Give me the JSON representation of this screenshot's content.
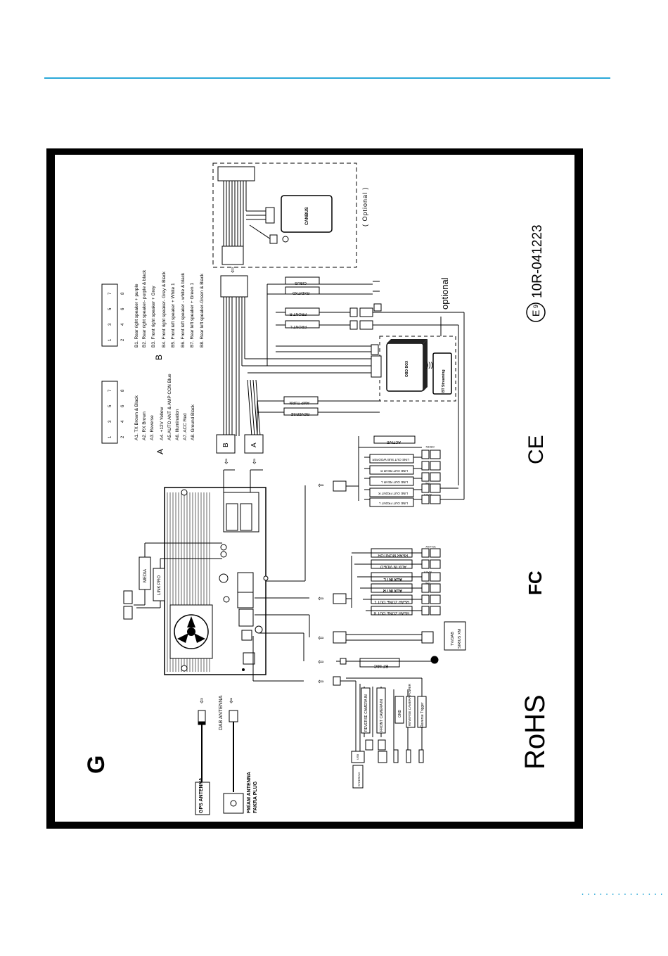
{
  "figure_letter": "G",
  "legend_A": {
    "letter": "A",
    "pins_top": [
      "1",
      "3",
      "5",
      "7"
    ],
    "pins_bottom": [
      "2",
      "4",
      "6",
      "8"
    ],
    "items": [
      "A1. TX Brown & Black",
      "A2. RX Brown",
      "A3. Reverse",
      "A4. +12V  Yellow",
      "A5.AUTO ANT & AMP CON Blue",
      "A6. Illumination",
      "A7. ACC Red",
      "A8. Ground Black"
    ]
  },
  "legend_B": {
    "letter": "B",
    "pins_top": [
      "1",
      "3",
      "5",
      "7"
    ],
    "pins_bottom": [
      "2",
      "4",
      "6",
      "8"
    ],
    "items": [
      "B1. Rear right speaker + purple",
      "B2. Rear right speaker- purple & black",
      "B3. Front right speaker + Grey",
      "B4. Front right speaker- Grey & Black",
      "B5. Front left speaker + White 1",
      "B6. Front left speaker - white & black",
      "B7. Rear left speaker + Green 1",
      "B8. Rear left speaker-Green & Black"
    ]
  },
  "labels": {
    "optional_paren": "( Optional )",
    "optional": "optional",
    "canbus": "CANBUS",
    "obd_box": "OBD BOX",
    "bt_streaming": "BT Streaming",
    "cibus": "CIBUS",
    "rxd_txd": "RXD/TXD",
    "front_r": "FRONT R",
    "front_l": "FRONT L",
    "amp_turn": "AMP TURN",
    "reverse": "REVERSE",
    "conn_b": "B",
    "conn_a": "A",
    "active": "ACTIVE",
    "sub_woofer": "LINE OUT SUB WOOFER",
    "rear_r": "LINE OUT REAR R",
    "rear_l": "LINE OUT REAR L",
    "line_front_r": "LINE OUT FRONT R",
    "line_front_l": "LINE OUT FRONT L",
    "green": "GREEN",
    "red": "RED",
    "white": "WHITE",
    "yellow": "YELLOW",
    "rear_monitor": "REAR MONITOR",
    "aux_in_video": "AUX IN VIDEO",
    "aux_in_l": "AUX IN / L",
    "aux_in_r": "AUX IN / R",
    "rear_zone_l": "REAR ZONE OUT L",
    "rear_zone_r": "REAR ZONE OUT R",
    "media": "MEDIA",
    "link_pro": "LINK PRO",
    "tv_dab": "TV/DAB",
    "sirius_xm": "SIRIUS XM",
    "bt_mic": "BT MIC",
    "reverse_camera_in": "REVERSE CAMERA IN",
    "front_camera_in": "FRONT CAMERA IN",
    "gnd": "GND",
    "reverse_camera_power": "REVERSE CAMERA POWER",
    "reverse_trigger": "Reverse Trigger",
    "usb": "USB",
    "steering": "STEERING",
    "gps_antenna": "GPS ANTENNA",
    "fm_am_antenna": "FM/AM  ANTENNA",
    "fakra_plug": "FAKRA PLUG",
    "dab_antenna": "DAB ANTENNA",
    "e_mark": "9",
    "e_letter": "E",
    "approval": "10R-041223",
    "ce": "CE",
    "fc": "FC",
    "rohs": "RoHS"
  },
  "colors": {
    "accent": "#2aa8d8",
    "frame": "#000000",
    "line": "#000000"
  }
}
